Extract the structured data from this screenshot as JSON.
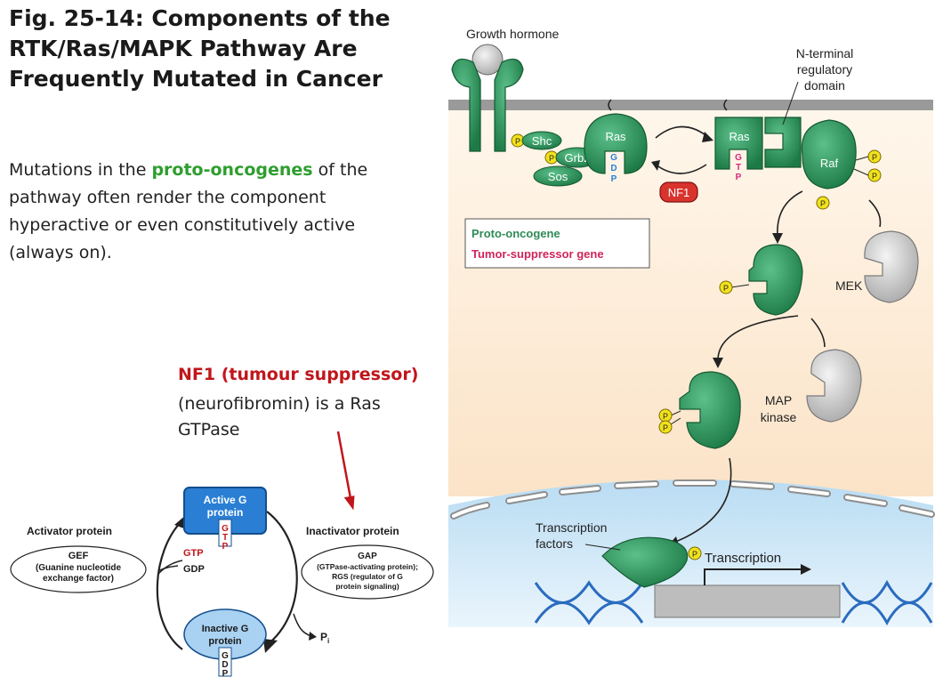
{
  "slide": {
    "title_lines": [
      "Fig. 25-14: Components of the",
      "RTK/Ras/MAPK Pathway Are",
      "Frequently Mutated in Cancer"
    ],
    "body_before": "Mutations in the ",
    "body_highlight": "proto-oncogenes",
    "body_after": " of the pathway often render the component hyperactive or even constitutively active (always on).",
    "nf1_title": "NF1 (tumour suppressor)",
    "nf1_text": "(neurofibromin) is a Ras GTPase"
  },
  "gtpase_cycle": {
    "active_label": [
      "Active G",
      "protein"
    ],
    "active_nucleotide": [
      "G",
      "T",
      "P"
    ],
    "inactive_label": [
      "Inactive G",
      "protein"
    ],
    "inactive_nucleotide": [
      "G",
      "D",
      "P"
    ],
    "activator_heading": "Activator protein",
    "gef_title": "GEF",
    "gef_desc": [
      "(Guanine nucleotide",
      "exchange factor)"
    ],
    "gtp": "GTP",
    "gdp": "GDP",
    "inactivator_heading": "Inactivator protein",
    "gap_title": "GAP",
    "gap_desc": [
      "(GTPase-activating protein);",
      "RGS (regulator of G",
      "protein signaling)"
    ],
    "pi": "P",
    "pi_sub": "i"
  },
  "pathway": {
    "growth_hormone": "Growth hormone",
    "nterm": [
      "N-terminal",
      "regulatory",
      "domain"
    ],
    "shc": "Shc",
    "grb2": "Grb2",
    "sos": "Sos",
    "ras": "Ras",
    "ras_gdp": [
      "G",
      "D",
      "P"
    ],
    "ras_gtp": [
      "G",
      "T",
      "P"
    ],
    "nf1": "NF1",
    "raf": "Raf",
    "p": "P",
    "legend_proto": "Proto-oncogene",
    "legend_tumor": "Tumor-suppressor gene",
    "mek": "MEK",
    "map": [
      "MAP",
      "kinase"
    ],
    "tf": [
      "Transcription",
      "factors"
    ],
    "transcription": "Transcription"
  },
  "colors": {
    "green": "#2e8b57",
    "green_dark": "#1d6b3e",
    "red": "#c0161b",
    "blue": "#2a7fd4",
    "cytoplasm": "#fbe7d2",
    "nucleus": "#cfe6f7"
  }
}
